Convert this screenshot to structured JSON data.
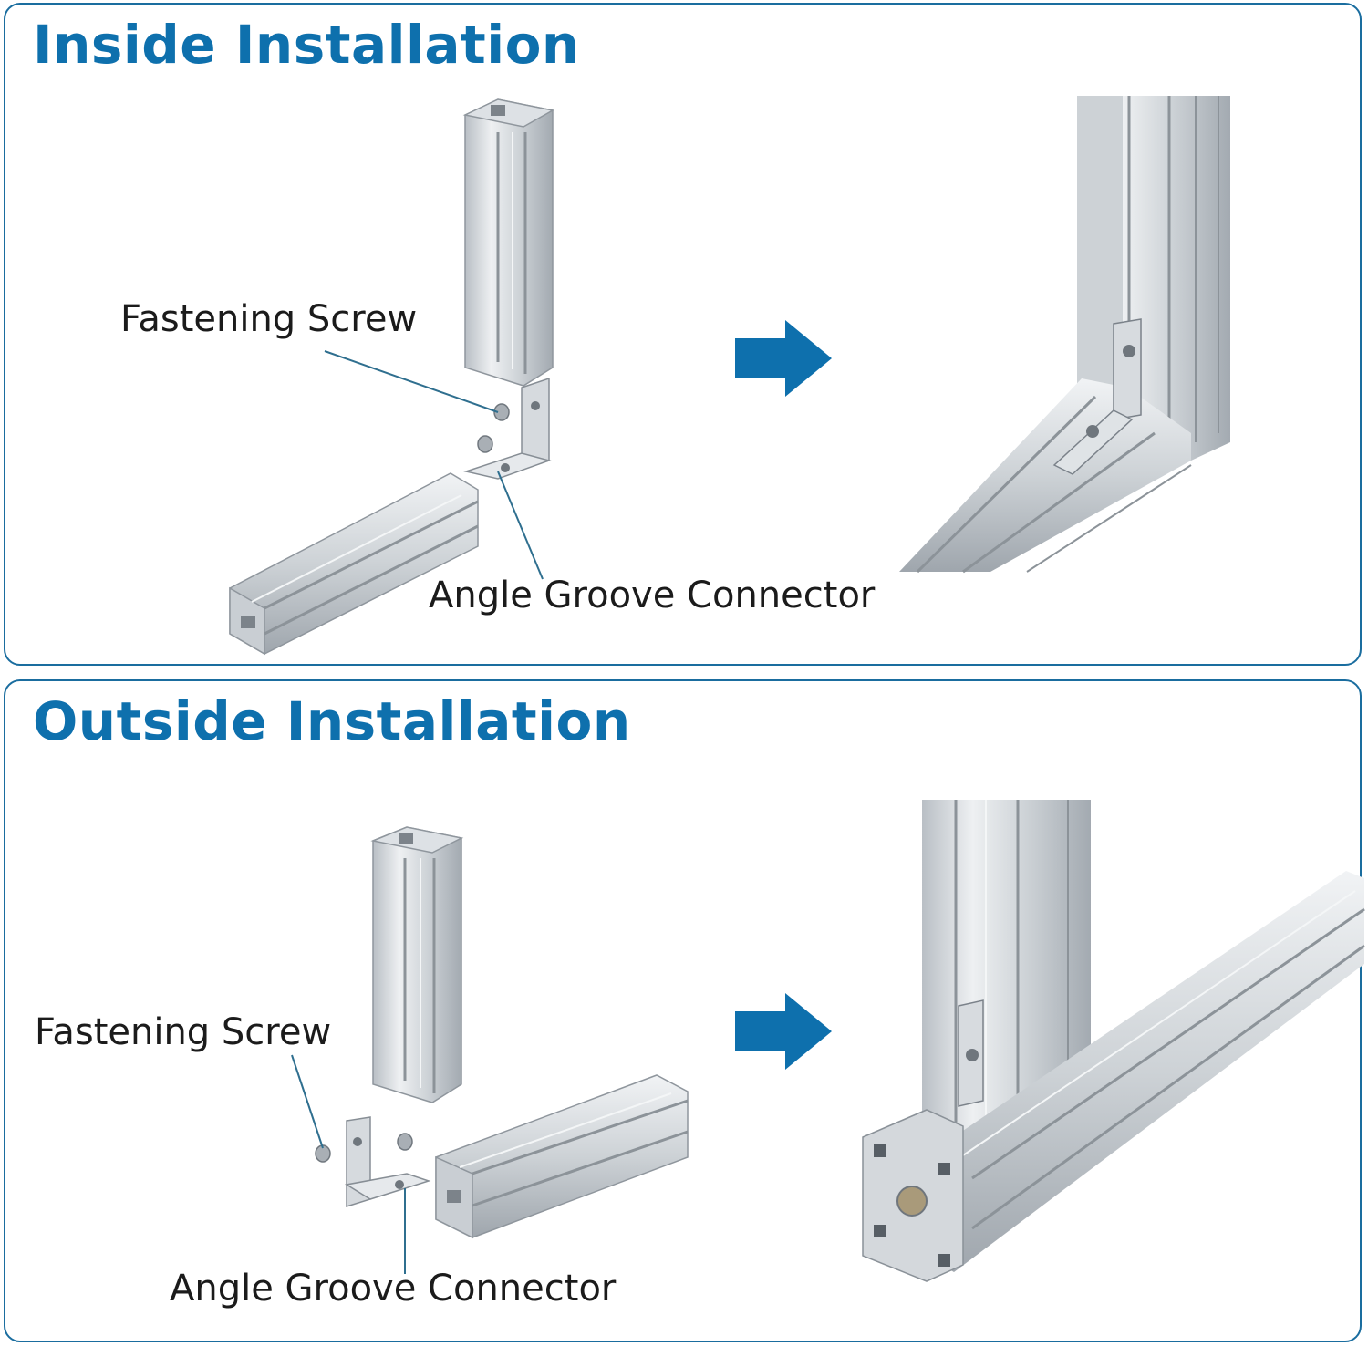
{
  "inside": {
    "title": "Inside Installation",
    "fastening_label": "Fastening Screw",
    "connector_label": "Angle Groove Connector"
  },
  "outside": {
    "title": "Outside Installation",
    "fastening_label": "Fastening Screw",
    "connector_label": "Angle Groove Connector"
  },
  "colors": {
    "accent": "#0e70ad",
    "border": "#1a6d9f",
    "aluminum_light": "#e4e7ea",
    "aluminum_mid": "#c3c8cd",
    "aluminum_dark": "#9aa1a8",
    "leader_line": "#2f6f8f"
  },
  "icons": {
    "arrow": "right-arrow-icon"
  }
}
